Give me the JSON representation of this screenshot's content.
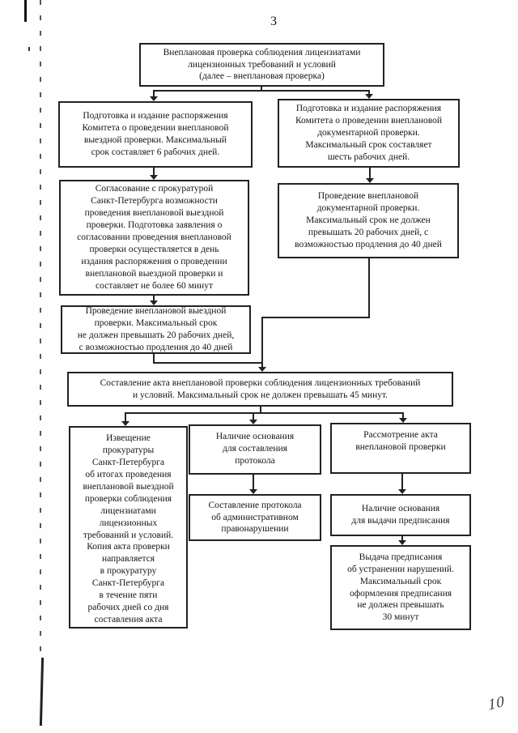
{
  "page": {
    "number": "3",
    "handwritten_note": "10"
  },
  "flowchart": {
    "nodes": {
      "start": {
        "text": "Внеплановая проверка соблюдения лицензиатами\nлицензионных требований и условий\n(далее – внеплановая проверка)"
      },
      "prep_field_order": {
        "text": "Подготовка и издание распоряжения\nКомитета о проведении внеплановой\nвыездной проверки. Максимальный\nсрок составляет 6 рабочих дней."
      },
      "prep_doc_order": {
        "text": "Подготовка и издание распоряжения\nКомитета о проведении внеплановой\nдокументарной проверки.\nМаксимальный срок составляет\nшесть рабочих дней."
      },
      "prosecutor_approval": {
        "text": "Согласование с прокуратурой\nСанкт-Петербурга возможности\nпроведения внеплановой выездной\nпроверки. Подготовка заявления о\nсогласовании проведения внеплановой\nпроверки осуществляется в день\nиздания распоряжения о проведении\nвнеплановой выездной проверки и\nсоставляет не более 60 минут"
      },
      "conduct_doc_check": {
        "text": "Проведение внеплановой\nдокументарной проверки.\nМаксимальный срок не должен\nпревышать 20 рабочих дней, с\nвозможностью продления до 40 дней"
      },
      "conduct_field_check": {
        "text": "Проведение внеплановой выездной\nпроверки. Максимальный срок\nне должен превышать 20 рабочих дней,\nс возможностью продления до 40 дней"
      },
      "act_drafting": {
        "text": "Составление акта внеплановой проверки соблюдения лицензионных требований\nи условий. Максимальный срок не должен превышать 45 минут."
      },
      "prosecutor_notice": {
        "text": "Извещение\nпрокуратуры\nСанкт-Петербурга\nоб итогах проведения\nвнеплановой выездной\nпроверки соблюдения\nлицензиатами\nлицензионных\nтребований и условий.\nКопия акта проверки\nнаправляется\nв прокуратуру\nСанкт-Петербурга\nв течение пяти\nрабочих дней со дня\nсоставления акта"
      },
      "protocol_grounds": {
        "text": "Наличие основания\nдля составления\nпротокола"
      },
      "protocol_drafting": {
        "text": "Составление протокола\nоб административном\nправонарушении"
      },
      "act_review": {
        "text": "Рассмотрение акта\nвнеплановой проверки"
      },
      "order_grounds": {
        "text": "Наличие основания\nдля выдачи предписания"
      },
      "order_issue": {
        "text": "Выдача предписания\nоб устранении нарушений.\nМаксимальный срок\nоформления предписания\nне должен превышать\n30 минут"
      }
    }
  }
}
